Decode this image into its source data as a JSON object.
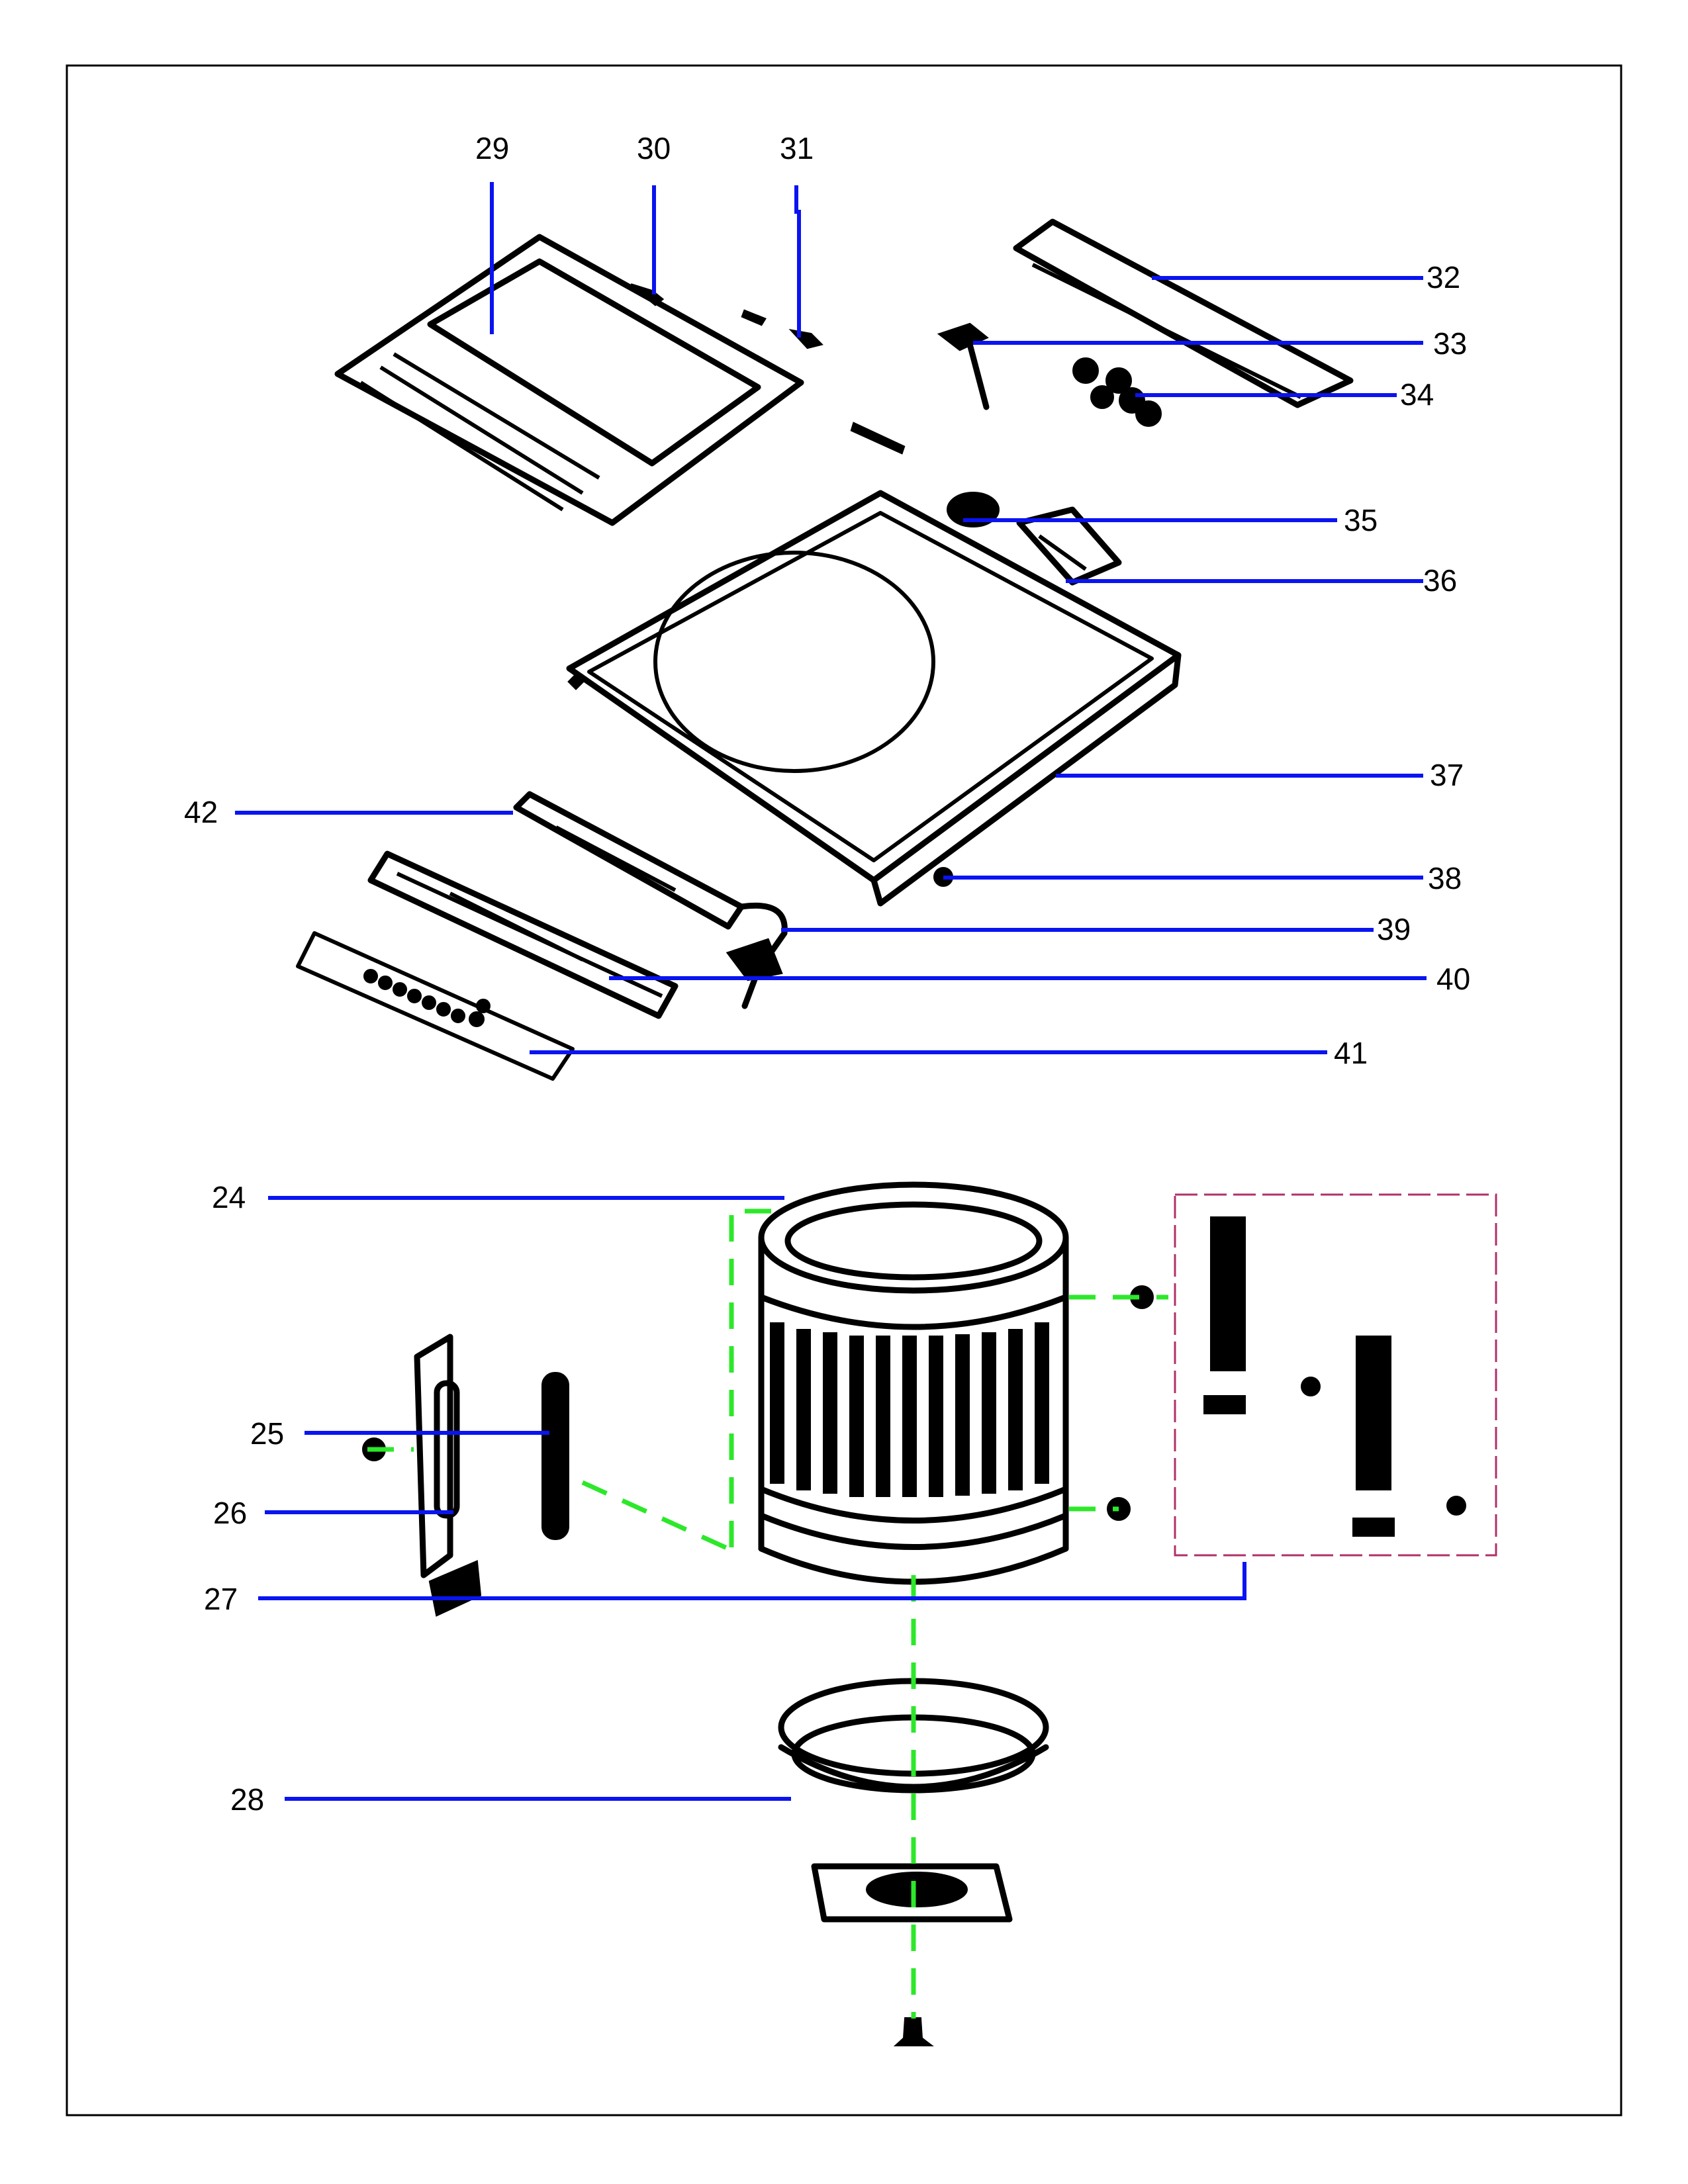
{
  "diagram": {
    "type": "exploded parts view",
    "subject": "top-load washing machine",
    "colors": {
      "leader_line": "#0a14f0",
      "assembly_axis": "#2de82a",
      "group_box": "#b0306a",
      "part_outline": "#000000"
    },
    "top_assembly": {
      "labels": [
        "29",
        "30",
        "31",
        "32",
        "33",
        "34",
        "35",
        "36",
        "37",
        "38",
        "39",
        "40",
        "41",
        "42"
      ]
    },
    "bottom_assembly": {
      "labels": [
        "24",
        "25",
        "26",
        "27",
        "28"
      ]
    }
  }
}
